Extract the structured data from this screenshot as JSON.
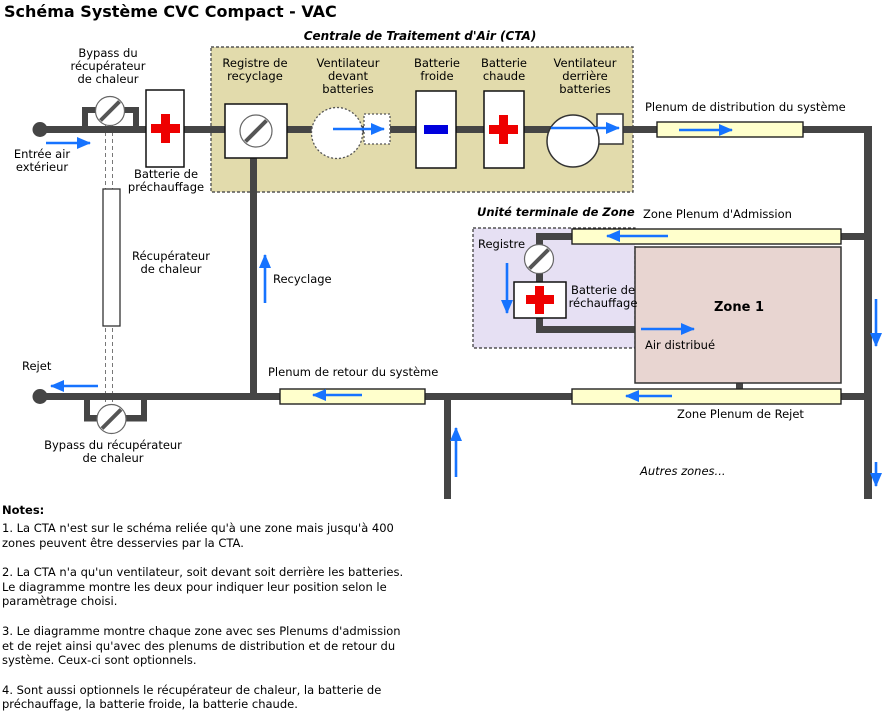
{
  "title": "Schéma Système CVC Compact - VAC",
  "colors": {
    "pipe": "#454545",
    "arrow": "#1673ff",
    "hot": "#ee0000",
    "cold": "#0000dd",
    "cta_fill": "#e2dbac",
    "unit_fill": "#e6e0f3",
    "zone_fill": "#e8d5d1",
    "plenum_fill": "#ffffcc"
  },
  "cta": {
    "title": "Centrale de Traitement d'Air (CTA)",
    "registre": "Registre de\nrecyclage",
    "vent_devant": "Ventilateur\ndevant\nbatteries",
    "batt_froide": "Batterie\nfroide",
    "batt_chaude": "Batterie\nchaude",
    "vent_derriere": "Ventilateur\nderrière\nbatteries"
  },
  "unit": {
    "title": "Unité terminale de Zone",
    "registre": "Registre",
    "rechauffage": "Batterie de\nréchauffage",
    "zone1": "Zone 1"
  },
  "labels": {
    "bypass_top": "Bypass du\nrécupérateur\nde chaleur",
    "entree": "Entrée air\nextérieur",
    "prechauffage": "Batterie de\npréchauffage",
    "distribution": "Plenum de distribution du système",
    "recuperateur": "Récupérateur\nde chaleur",
    "recyclage": "Recyclage",
    "admission": "Zone Plenum d'Admission",
    "air_distribue": "Air distribué",
    "rejet": "Rejet",
    "retour": "Plenum de retour du système",
    "rejet_plenum": "Zone Plenum de Rejet",
    "autres_zones": "Autres zones...",
    "bypass_bottom": "Bypass du récupérateur\nde chaleur"
  },
  "notes": {
    "header": "Notes:",
    "items": [
      "1. La CTA n'est sur le schéma reliée qu'à une zone mais jusqu'à 400\nzones peuvent être desservies par la CTA.",
      "2. La CTA n'a qu'un ventilateur, soit devant soit derrière les batteries.\nLe diagramme montre les deux pour indiquer leur position selon le\nparamètrage choisi.",
      "3. Le diagramme montre chaque zone avec ses Plenums d'admission\net de rejet ainsi qu'avec des plenums de distribution et de retour du\nsystème. Ceux-ci sont optionnels.",
      "4. Sont aussi optionnels le récupérateur de chaleur, la batterie de\npréchauffage, la batterie froide, la batterie chaude."
    ]
  }
}
